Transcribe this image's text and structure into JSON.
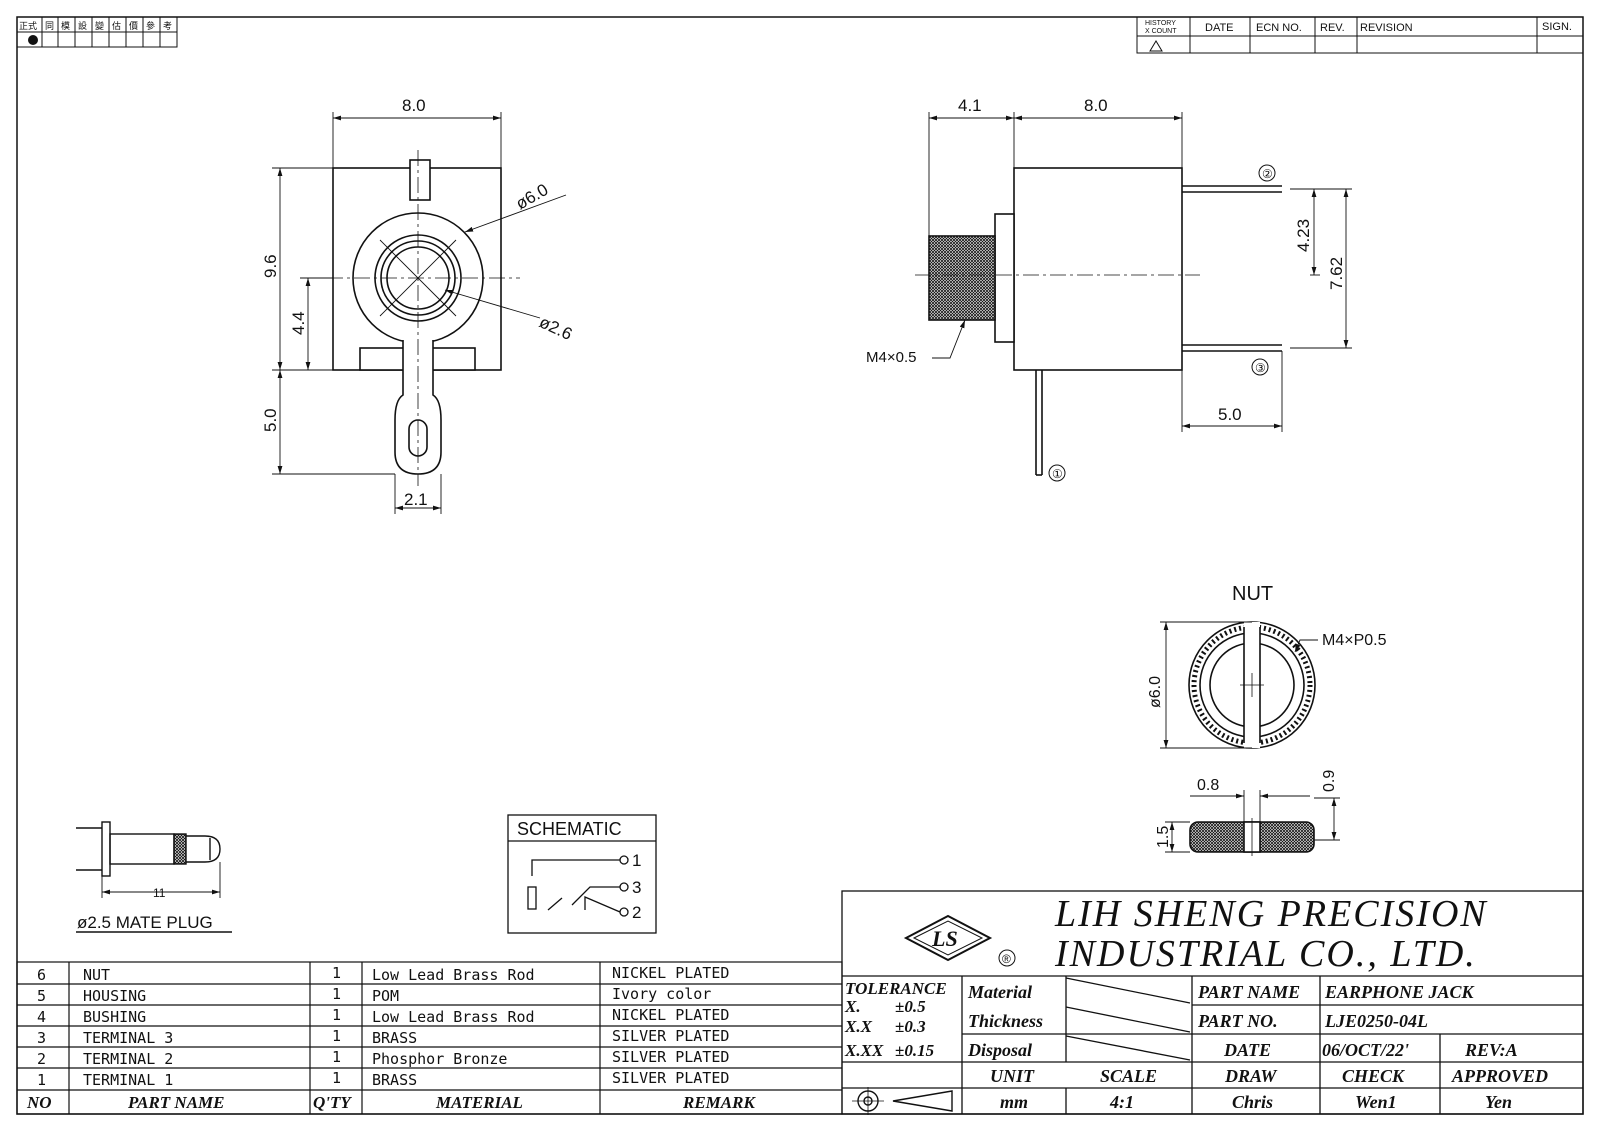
{
  "approval_box": {
    "headers": [
      "正式",
      "同",
      "模",
      "設",
      "變",
      "估",
      "價",
      "參",
      "考"
    ]
  },
  "revision_block": {
    "headers": {
      "history": "HISTORY",
      "count": "X COUNT",
      "date": "DATE",
      "ecn": "ECN NO.",
      "rev": "REV.",
      "revision": "REVISION",
      "sign": "SIGN."
    }
  },
  "front_view": {
    "dim_width": "8.0",
    "dim_height": "9.6",
    "dim_center": "4.4",
    "dim_lug": "5.0",
    "dim_lug_width": "2.1",
    "dim_outer_dia": "ø6.0",
    "dim_inner_dia": "ø2.6"
  },
  "side_view": {
    "dim_bushing": "4.1",
    "dim_body": "8.0",
    "dim_pin_offset": "4.23",
    "dim_pin_pitch": "7.62",
    "dim_pin_length": "5.0",
    "thread_label": "M4×0.5",
    "pin1": "①",
    "pin2": "②",
    "pin3": "③"
  },
  "nut_view": {
    "title": "NUT",
    "thread_label": "M4×P0.5",
    "dim_dia": "ø6.0",
    "dim_slot": "0.8",
    "dim_depth": "0.9",
    "dim_thickness": "1.5"
  },
  "mate_plug": {
    "label": "ø2.5 MATE PLUG",
    "dim_length": "11"
  },
  "schematic": {
    "title": "SCHEMATIC",
    "pin1": "1",
    "pin3": "3",
    "pin2": "2"
  },
  "company": {
    "line1": "LIH SHENG PRECISION",
    "line2": "INDUSTRIAL CO., LTD.",
    "logo_mark": "LS",
    "registered": "®"
  },
  "tolerance": {
    "title": "TOLERANCE",
    "rows": [
      {
        "label": "X.",
        "value": "±0.5"
      },
      {
        "label": "X.X",
        "value": "±0.3"
      },
      {
        "label": "X.XX",
        "value": "±0.15"
      }
    ]
  },
  "spec_labels": {
    "material": "Material",
    "thickness": "Thickness",
    "disposal": "Disposal"
  },
  "part_info": {
    "part_name_label": "PART NAME",
    "part_name": "EARPHONE JACK",
    "part_no_label": "PART NO.",
    "part_no": "LJE0250-04L",
    "date_label": "DATE",
    "date": "06/OCT/22'",
    "rev": "REV:A"
  },
  "footer": {
    "headers": [
      "UNIT",
      "SCALE",
      "DRAW",
      "CHECK",
      "APPROVED"
    ],
    "values": [
      "mm",
      "4:1",
      "Chris",
      "Wen1",
      "Yen"
    ]
  },
  "bom": {
    "headers": {
      "no": "NO",
      "name": "PART NAME",
      "qty": "Q'TY",
      "material": "MATERIAL",
      "remark": "REMARK"
    },
    "rows": [
      {
        "no": "6",
        "name": "NUT",
        "qty": "1",
        "material": "Low Lead Brass Rod",
        "remark": "NICKEL PLATED"
      },
      {
        "no": "5",
        "name": "HOUSING",
        "qty": "1",
        "material": "POM",
        "remark": "Ivory color"
      },
      {
        "no": "4",
        "name": "BUSHING",
        "qty": "1",
        "material": "Low Lead Brass Rod",
        "remark": "NICKEL PLATED"
      },
      {
        "no": "3",
        "name": "TERMINAL 3",
        "qty": "1",
        "material": "BRASS",
        "remark": "SILVER PLATED"
      },
      {
        "no": "2",
        "name": "TERMINAL 2",
        "qty": "1",
        "material": "Phosphor Bronze",
        "remark": "SILVER PLATED"
      },
      {
        "no": "1",
        "name": "TERMINAL 1",
        "qty": "1",
        "material": "BRASS",
        "remark": "SILVER PLATED"
      }
    ]
  }
}
